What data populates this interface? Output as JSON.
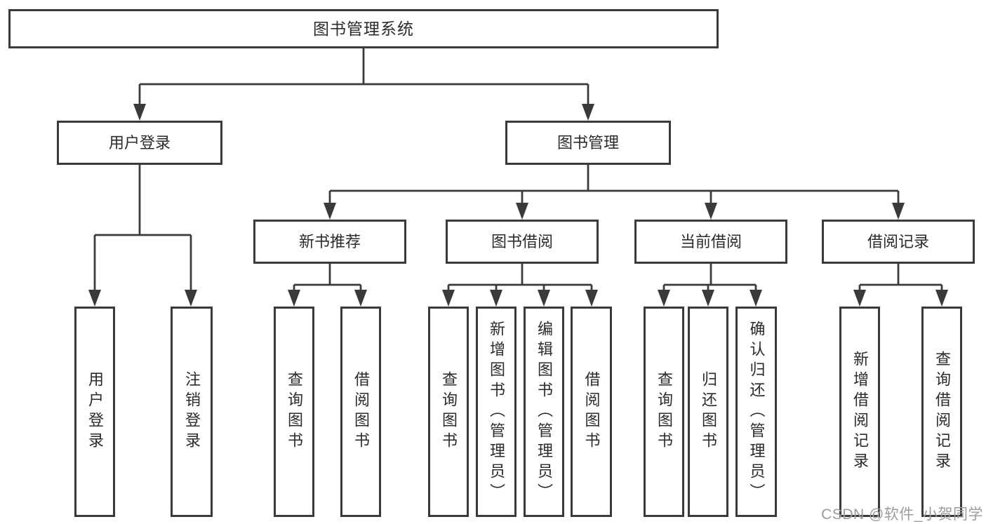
{
  "diagram": {
    "title": "图书管理系统",
    "level1": [
      {
        "label": "用户登录"
      },
      {
        "label": "图书管理"
      }
    ],
    "level2": [
      {
        "label": "新书推荐"
      },
      {
        "label": "图书借阅"
      },
      {
        "label": "当前借阅"
      },
      {
        "label": "借阅记录"
      }
    ],
    "leaves": {
      "user_login": [
        {
          "label": "用户登录"
        },
        {
          "label": "注销登录"
        }
      ],
      "new_book_recommend": [
        {
          "label": "查询图书"
        },
        {
          "label": "借阅图书"
        }
      ],
      "book_borrow": [
        {
          "label": "查询图书"
        },
        {
          "label": "新增图书（管理员）"
        },
        {
          "label": "编辑图书（管理员）"
        },
        {
          "label": "借阅图书"
        }
      ],
      "current_borrow": [
        {
          "label": "查询图书"
        },
        {
          "label": "归还图书"
        },
        {
          "label": "确认归还（管理员）"
        }
      ],
      "borrow_record": [
        {
          "label": "新增借阅记录"
        },
        {
          "label": "查询借阅记录"
        }
      ]
    },
    "watermark": "CSDN @软件_小贺同学",
    "colors": {
      "line": "#3a3a3a",
      "box_border": "#3a3a3a",
      "box_fill": "#ffffff",
      "text": "#2b2b2b",
      "watermark": "#9c9c9c"
    }
  }
}
